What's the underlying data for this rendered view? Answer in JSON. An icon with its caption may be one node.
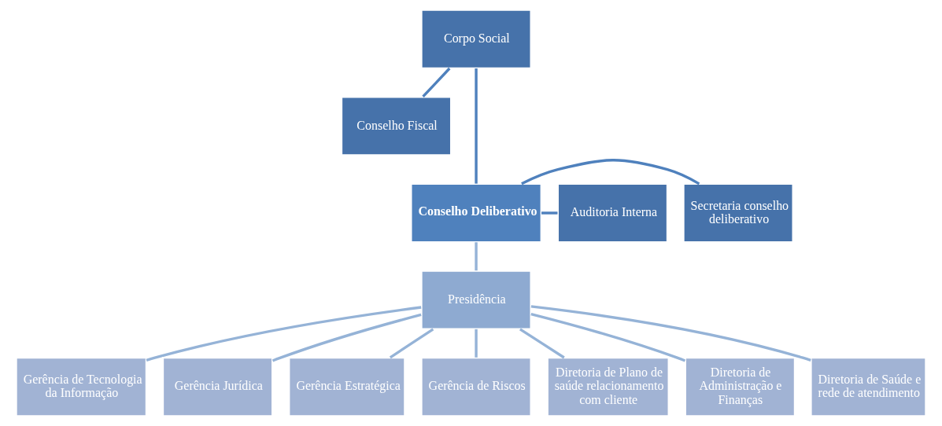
{
  "diagram": {
    "nodes": [
      {
        "text": [
          "Corpo Social"
        ]
      },
      {
        "text": [
          "Conselho Fiscal"
        ]
      },
      {
        "text": [
          "Secretaria conselho deliberativo"
        ]
      },
      {
        "text": [
          "Conselho Deliberativo"
        ]
      },
      {
        "text": [
          "Auditoria Interna"
        ]
      },
      {
        "text": [
          "Presidência"
        ]
      },
      {
        "text": [
          "Gerência de Tecnologia da Informação"
        ]
      },
      {
        "text": [
          "Gerência Jurídica"
        ]
      },
      {
        "text": [
          "Gerência Estratégica"
        ]
      },
      {
        "text": [
          "Gerência de Riscos"
        ]
      },
      {
        "text": [
          "Diretoria de Plano de saúde relacionamento com cliente"
        ]
      },
      {
        "text": [
          "Diretoria de Administração e Finanças"
        ]
      },
      {
        "text": [
          "Diretoria de Saúde e rede de atendimento"
        ]
      }
    ],
    "edges": [
      {
        "from": 0,
        "to": 3,
        "arrow": "none",
        "color": "#4f81bd"
      },
      {
        "from": 0,
        "to": 1,
        "arrow": "none",
        "color": "#4f81bd"
      },
      {
        "from": 3,
        "to": 2,
        "arrow": "none",
        "color": "#4f81bd"
      },
      {
        "from": 3,
        "to": 4,
        "arrow": "none",
        "color": "#4f81bd"
      },
      {
        "from": 3,
        "to": 5,
        "arrow": "none"
      },
      {
        "from": 5,
        "to": 6,
        "arrow": "none"
      },
      {
        "from": 5,
        "to": 7,
        "arrow": "none"
      },
      {
        "from": 5,
        "to": 8,
        "arrow": "none"
      },
      {
        "from": 5,
        "to": 9,
        "arrow": "none"
      },
      {
        "from": 5,
        "to": 10,
        "arrow": "none"
      },
      {
        "from": 5,
        "to": 11,
        "arrow": "none"
      },
      {
        "from": 5,
        "to": 12,
        "arrow": "none"
      }
    ]
  }
}
